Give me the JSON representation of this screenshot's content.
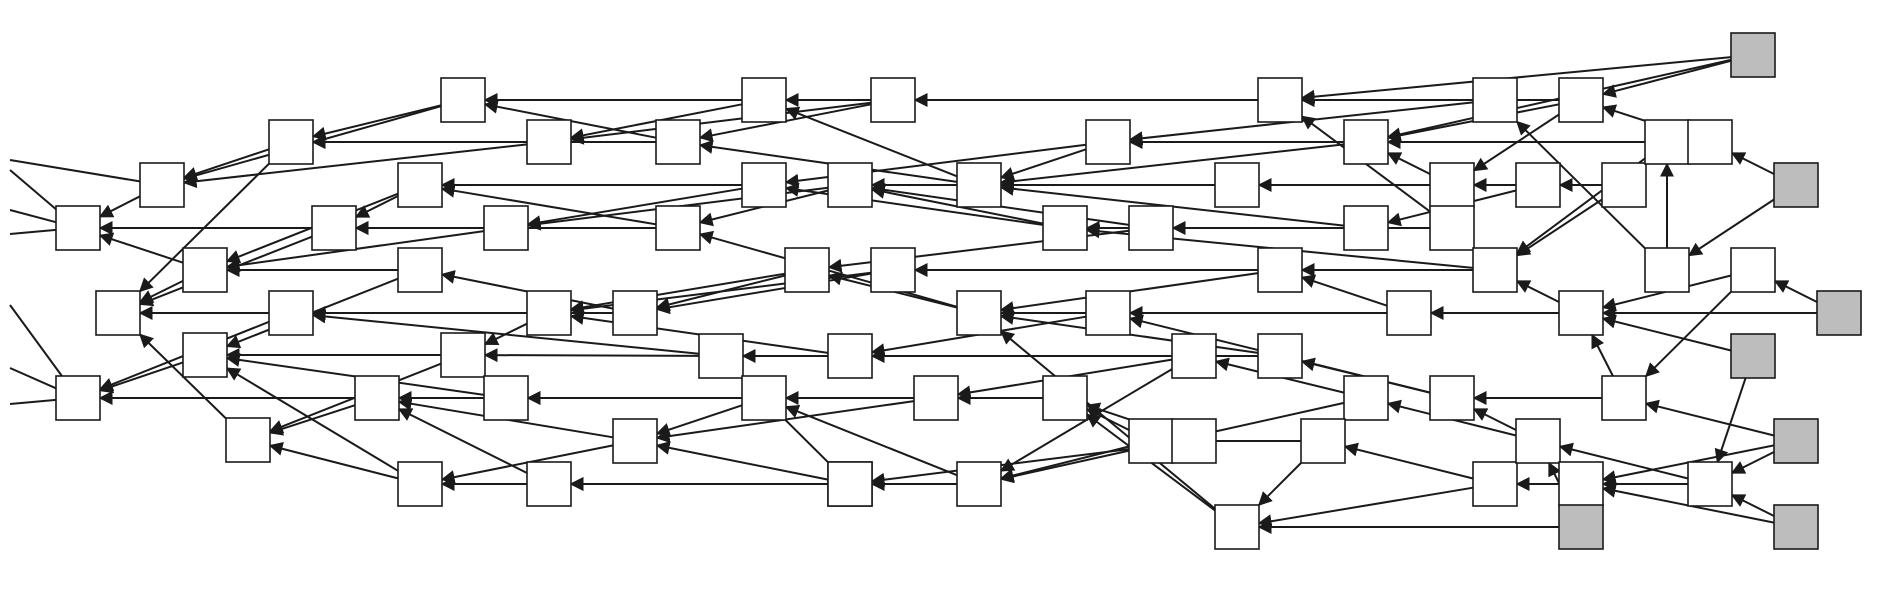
{
  "diagram": {
    "type": "directed-acyclic-graph",
    "description_style": "unlabeled square nodes connected by arrows pointing leftward; rightmost tip nodes shaded gray",
    "colors": {
      "node_fill": "#ffffff",
      "tip_fill": "#bdbdbd",
      "stroke": "#1a1a1a",
      "background": "#ffffff"
    },
    "node_count": 88,
    "tip_count": 7
  }
}
